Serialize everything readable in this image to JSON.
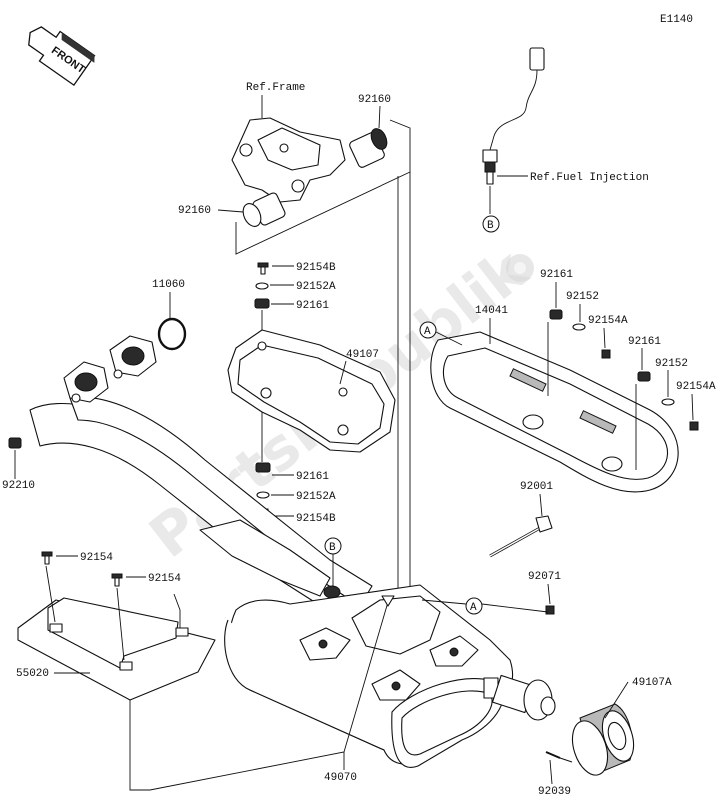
{
  "diagram_code": "E1140",
  "front_label": "FRONT",
  "watermark_text": "PartsRepublik",
  "references": {
    "frame": "Ref.Frame",
    "fuel_injection": "Ref.Fuel Injection"
  },
  "callouts": {
    "a": "A",
    "b": "B"
  },
  "part_numbers": {
    "p92160_upper": "92160",
    "p92160_lower": "92160",
    "p92154B_upper": "92154B",
    "p92152A_upper": "92152A",
    "p92161_upper": "92161",
    "p11060": "11060",
    "p49107": "49107",
    "p92161_mid": "92161",
    "p92152A_mid": "92152A",
    "p92154B_mid": "92154B",
    "p92210": "92210",
    "p92154_a": "92154",
    "p92154_b": "92154",
    "p55020": "55020",
    "p92161_r1": "92161",
    "p14041": "14041",
    "p92152_r1": "92152",
    "p92154A_r1": "92154A",
    "p92161_r2": "92161",
    "p92152_r2": "92152",
    "p92154A_r2": "92154A",
    "p92001": "92001",
    "p92071": "92071",
    "p49107A": "49107A",
    "p49070": "49070",
    "p92039": "92039"
  },
  "colors": {
    "line": "#111111",
    "shade": "#b9b9b9",
    "watermark": "#d7d7d7"
  }
}
